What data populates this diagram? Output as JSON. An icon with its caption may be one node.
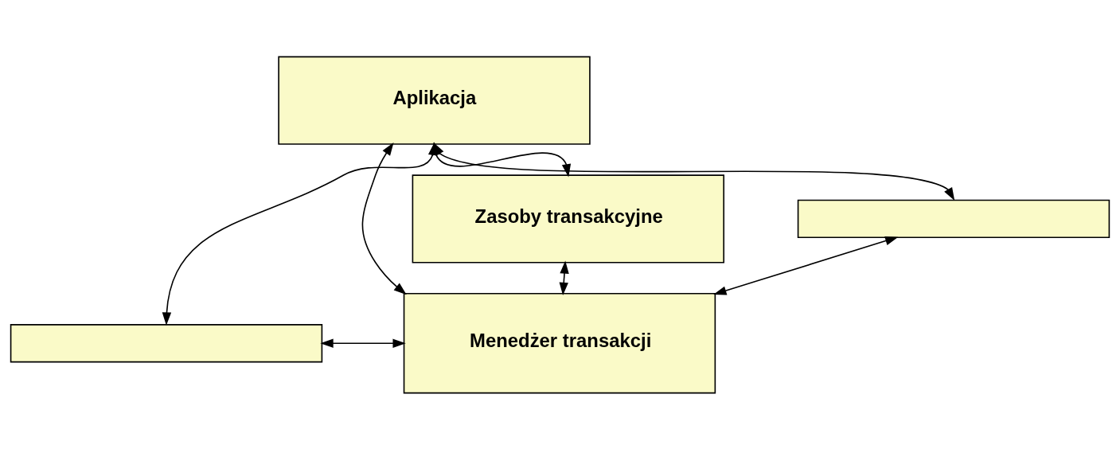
{
  "diagram": {
    "nodes": [
      {
        "text": [
          "Aplikacja"
        ]
      },
      {
        "text": [],
        "shape": "box"
      },
      {
        "text": [],
        "shape": "box"
      },
      {
        "text": [
          "Zasoby transakcyjne"
        ]
      },
      {
        "text": [
          "Menedżer transakcji"
        ]
      }
    ],
    "edges": [
      {
        "from": 0,
        "to": 3,
        "arrow": "both"
      },
      {
        "from": 0,
        "to": 2,
        "arrow": "both"
      },
      {
        "from": 0,
        "to": 1,
        "arrow": "both"
      },
      {
        "from": 0,
        "to": 4,
        "arrow": "both"
      },
      {
        "from": 1,
        "to": 4,
        "arrow": "both"
      },
      {
        "from": 2,
        "to": 4,
        "arrow": "both"
      },
      {
        "from": 3,
        "to": 4,
        "arrow": "both"
      }
    ]
  }
}
